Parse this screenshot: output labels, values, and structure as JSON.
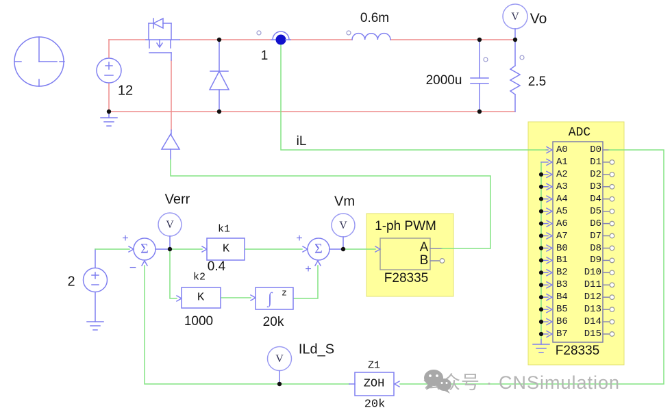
{
  "power_stage": {
    "source_12": {
      "value": "12"
    },
    "current_sensor": {
      "name": "1",
      "signal_label": "iL"
    },
    "inductor": {
      "value": "0.6m"
    },
    "capacitor": {
      "value": "2000u"
    },
    "resistor": {
      "value": "2.5"
    },
    "vo_probe": {
      "label": "Vo",
      "symbol": "V"
    }
  },
  "control_loop": {
    "ref_source": {
      "value": "2"
    },
    "sum1": {
      "symbol": "Σ",
      "top_sign": "+",
      "bottom_sign": "−"
    },
    "sum2": {
      "symbol": "Σ",
      "top_sign": "+",
      "bottom_sign": "+"
    },
    "verr_probe": {
      "label": "Verr",
      "symbol": "V"
    },
    "vm_probe": {
      "label": "Vm",
      "symbol": "V"
    },
    "ild_probe": {
      "label": "ILd_S",
      "symbol": "V"
    },
    "gain_k1": {
      "name": "k1",
      "symbol": "K",
      "value": "0.4"
    },
    "gain_k2": {
      "name": "k2",
      "symbol": "K",
      "value": "1000"
    },
    "integrator": {
      "symbol": "∫",
      "superscript": "z",
      "value": "20k"
    },
    "zoh": {
      "name": "Z1",
      "symbol": "ZOH",
      "value": "20k"
    }
  },
  "pwm_block": {
    "title": "1-ph PWM",
    "chip": "F28335",
    "pin_a": "A",
    "pin_b": "B"
  },
  "adc_block": {
    "title": "ADC",
    "chip": "F28335",
    "input_pins": [
      "A0",
      "A1",
      "A2",
      "A3",
      "A4",
      "A5",
      "A6",
      "A7",
      "B0",
      "B1",
      "B2",
      "B3",
      "B4",
      "B5",
      "B6",
      "B7"
    ],
    "output_pins": [
      "D0",
      "D1",
      "D2",
      "D3",
      "D4",
      "D5",
      "D6",
      "D7",
      "D8",
      "D9",
      "D10",
      "D11",
      "D12",
      "D13",
      "D14",
      "D15"
    ]
  },
  "watermark": {
    "text": "公众号 · CNSimulation",
    "icon": "wechat-icon"
  },
  "colors": {
    "power_wire": "#ee8a8a",
    "signal_wire": "#82e482",
    "component": "#7f7ff0",
    "probe_outline": "#9a9af2",
    "block_fill": "#ffff9c",
    "sensor_dot": "#1111cc",
    "watermark_text": "#b5b5b5"
  }
}
